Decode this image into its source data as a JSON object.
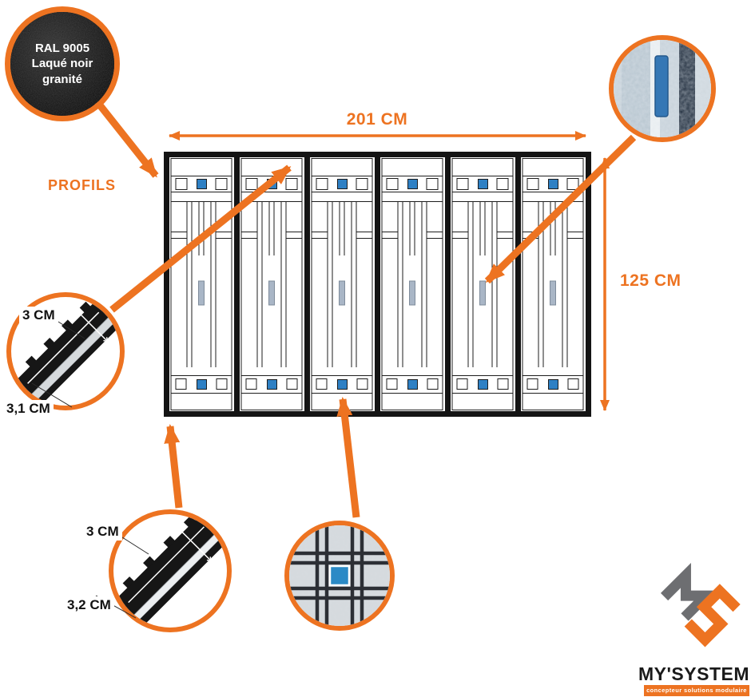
{
  "badge": {
    "text_lines": [
      "RAL 9005",
      "Laqué noir",
      "granité"
    ]
  },
  "section_label": "PROFILS",
  "dimensions": {
    "width": "201 CM",
    "height": "125 CM"
  },
  "panel": {
    "sections": 6
  },
  "profile_top": {
    "depth": "3 CM",
    "width": "3,1 CM"
  },
  "profile_bottom": {
    "depth": "3 CM",
    "width": "3,2 CM"
  },
  "logo": {
    "name": "MY'SYSTEM",
    "tagline": "concepteur solutions modulaire"
  },
  "colors": {
    "accent": "#ED7321",
    "frame": "#141414",
    "glass_blue": "#2E80C4",
    "steel": "#A9B6C6"
  }
}
